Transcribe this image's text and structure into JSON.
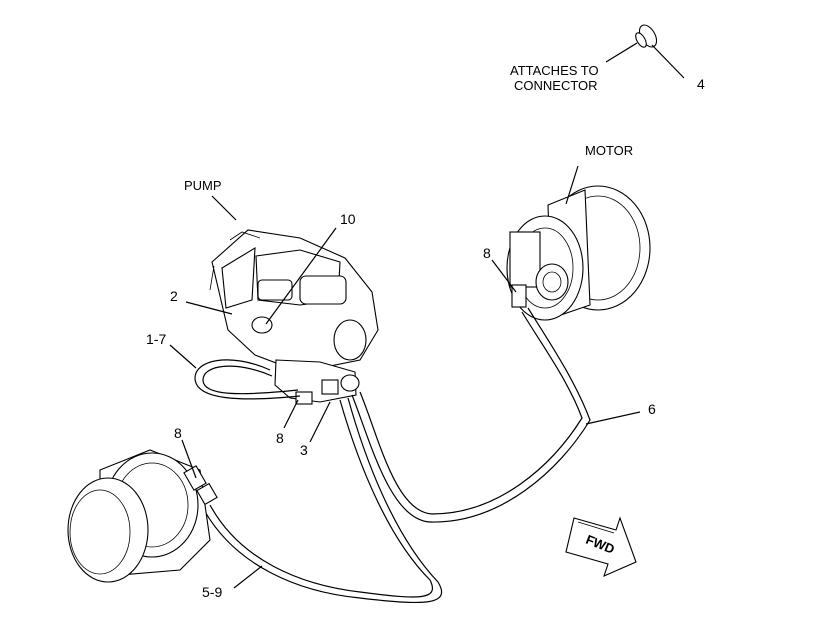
{
  "labels": {
    "attaches_line1": "ATTACHES TO",
    "attaches_line2": "CONNECTOR",
    "motor": "MOTOR",
    "pump": "PUMP",
    "fwd": "FWD"
  },
  "callouts": {
    "c4": "4",
    "c10": "10",
    "c8_top": "8",
    "c2": "2",
    "c1_7": "1-7",
    "c8_mid": "8",
    "c3": "3",
    "c6": "6",
    "c8_left": "8",
    "c5_9": "5-9"
  }
}
